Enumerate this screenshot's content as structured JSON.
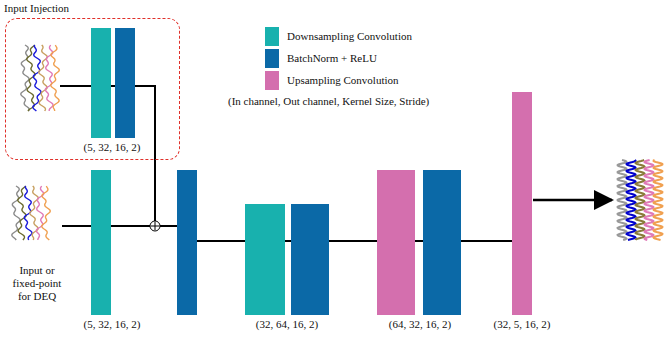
{
  "diagram": {
    "nodes": [
      {
        "text": [
          "Input Injection"
        ]
      },
      {
        "text": [
          "(5, 32, 16, 2)"
        ],
        "in": 0
      },
      {
        "text": [
          "Input or fixed-point for DEQ"
        ]
      },
      {
        "text": [
          "(5, 32, 16, 2)"
        ]
      },
      {
        "text": [
          "(32, 64, 16, 2)"
        ]
      },
      {
        "text": [
          "(64, 32, 16, 2)"
        ]
      },
      {
        "text": [
          "(32, 5, 16, 2)"
        ]
      }
    ],
    "edges": [
      {
        "from": 2,
        "to": 3,
        "arrow": "none"
      },
      {
        "from": 3,
        "to": 4,
        "arrow": "none"
      },
      {
        "from": 1,
        "to": 4,
        "arrow": "none"
      },
      {
        "from": 4,
        "to": 5,
        "arrow": "none"
      },
      {
        "from": 5,
        "to": 6,
        "arrow": "none"
      }
    ],
    "labels": [
      "(In channel, Out channel, Kernel Size, Stride)"
    ],
    "legend": [
      {
        "text": "Downsampling Convolution",
        "color": "#18b1ae"
      },
      {
        "text": "BatchNorm + ReLU",
        "color": "#0b69a7"
      },
      {
        "text": "Upsampling Convolution",
        "color": "#d46fae"
      }
    ]
  }
}
